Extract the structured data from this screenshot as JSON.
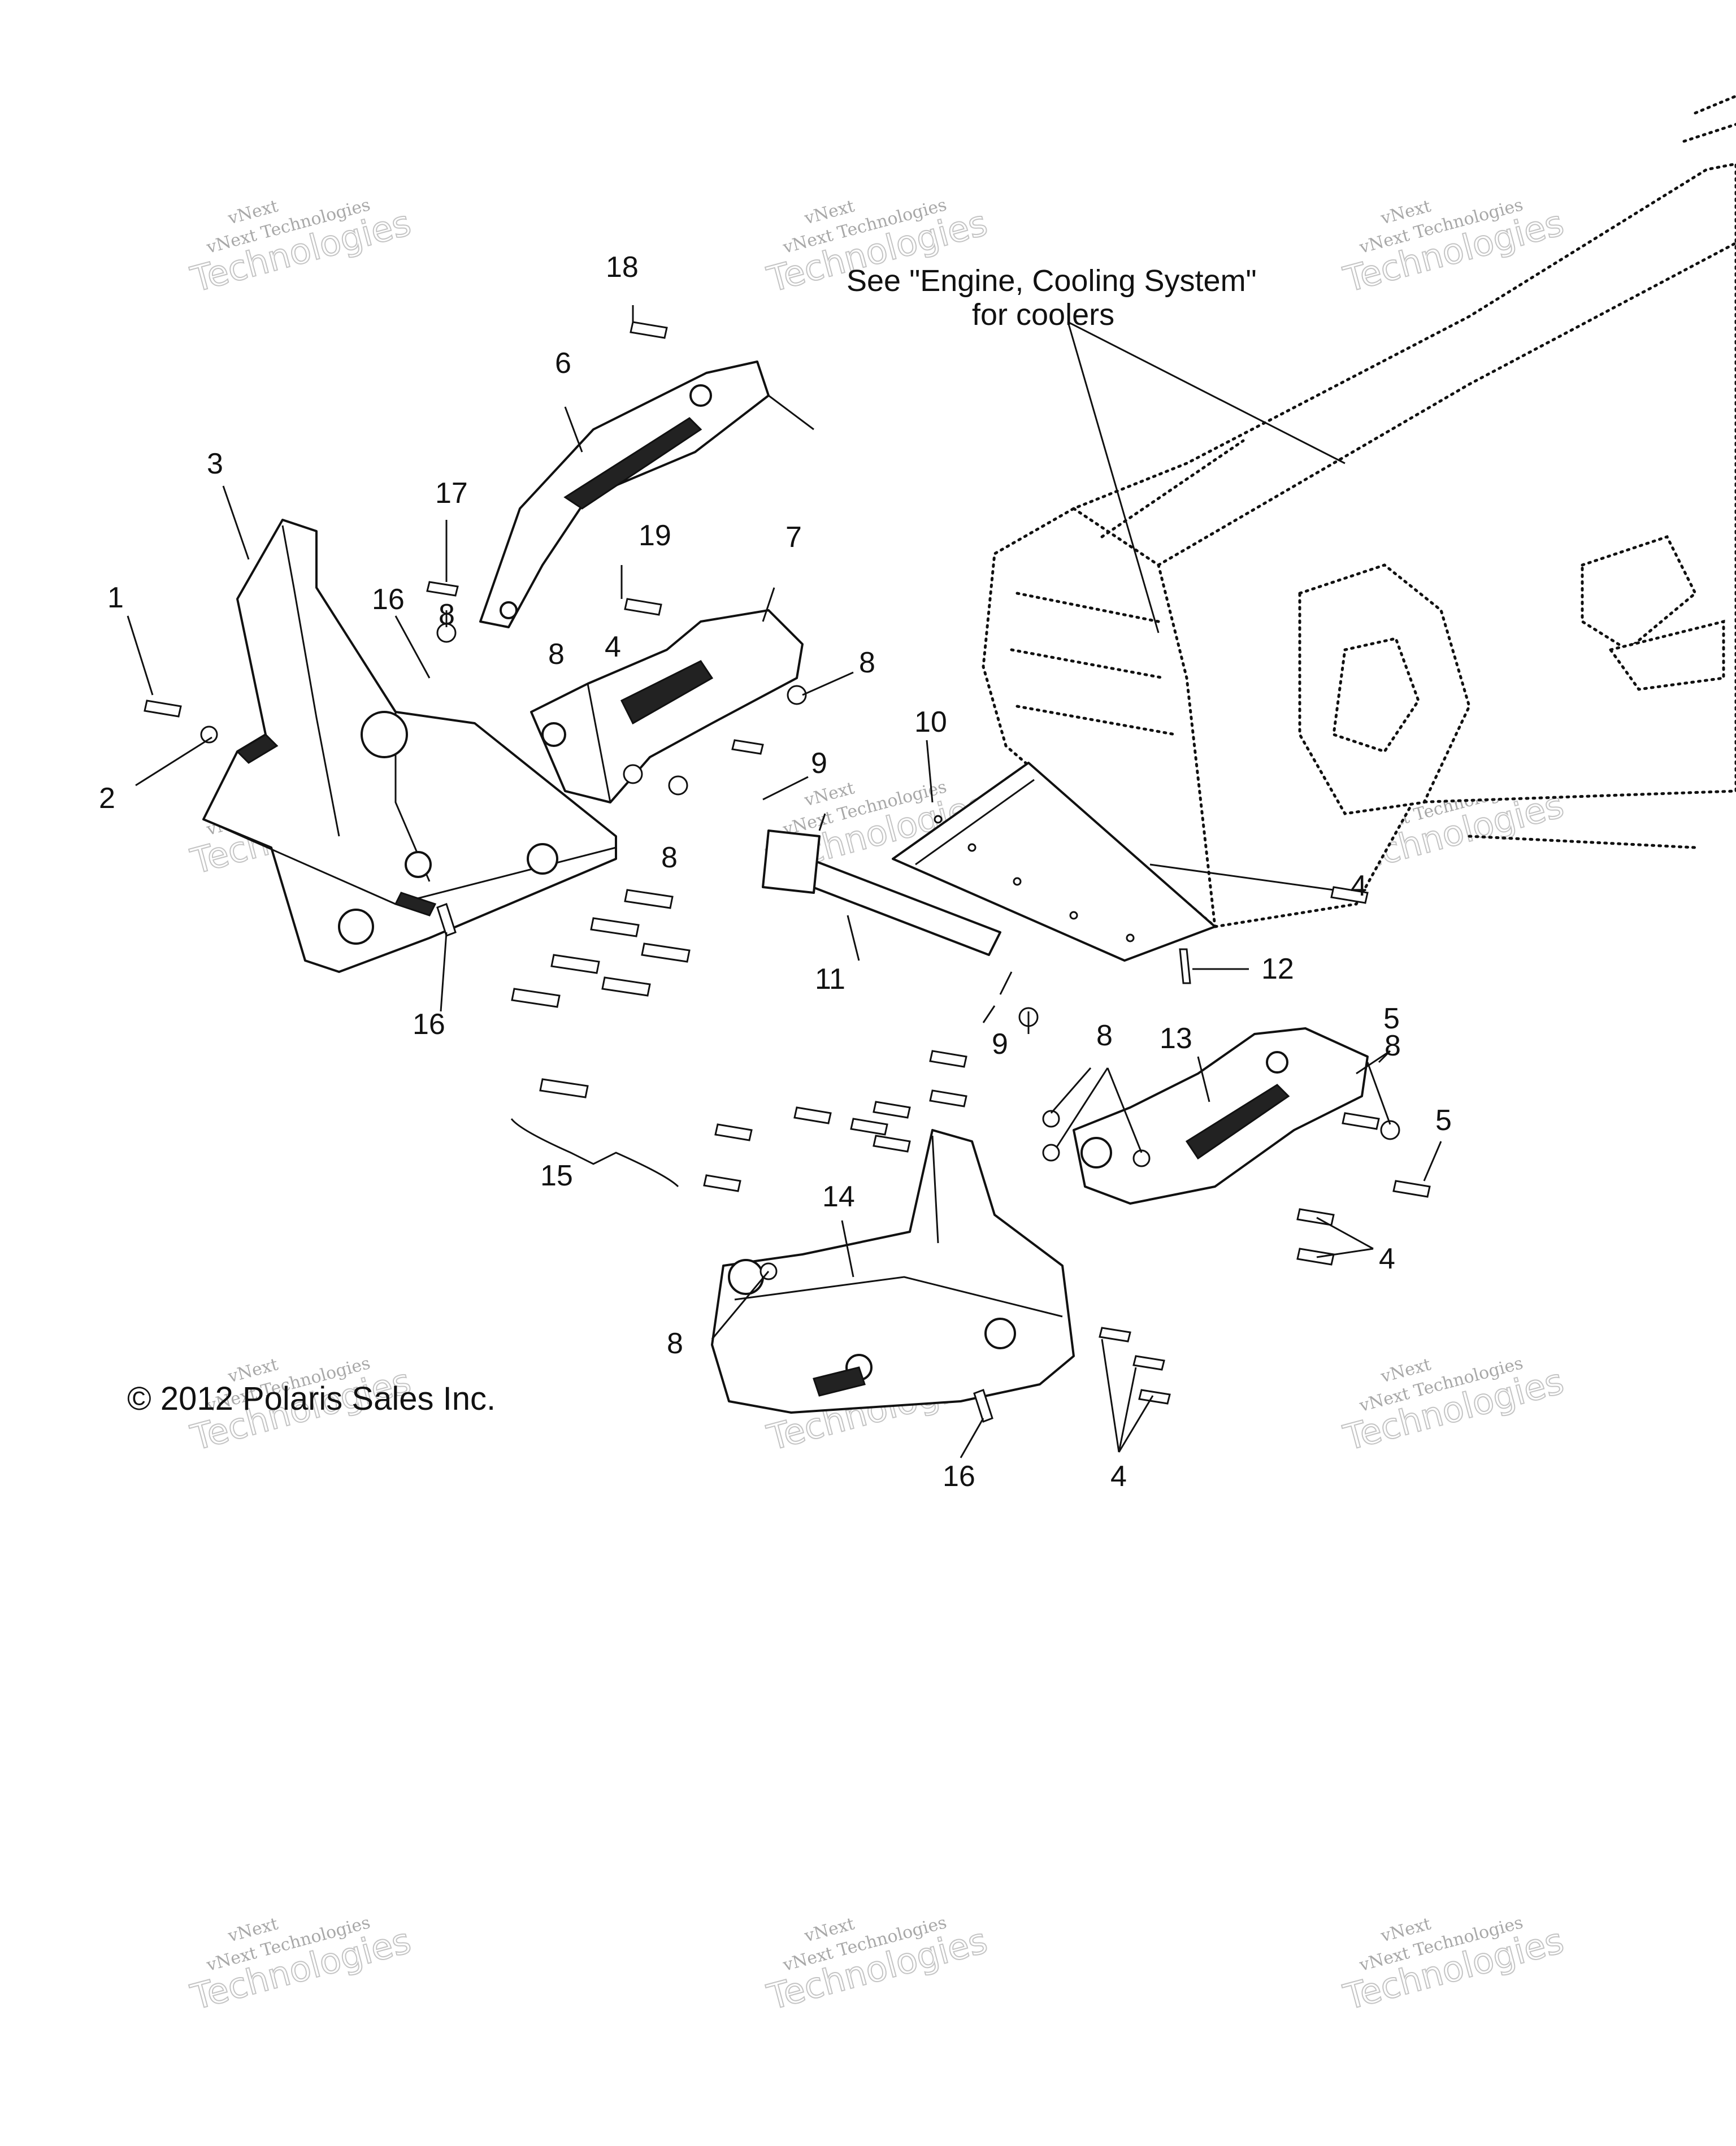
{
  "note": {
    "line1": "See \"Engine, Cooling System\"",
    "line2": "for coolers"
  },
  "copyright": "© 2012 Polaris Sales Inc.",
  "watermark": {
    "line1": "vNext",
    "line2": "vNext Technologies",
    "line3": "Technologies"
  },
  "callouts": [
    "1",
    "2",
    "3",
    "4",
    "4",
    "4",
    "4",
    "5",
    "5",
    "6",
    "7",
    "8",
    "8",
    "8",
    "8",
    "8",
    "8",
    "8",
    "9",
    "9",
    "10",
    "11",
    "12",
    "13",
    "14",
    "15",
    "16",
    "16",
    "16",
    "17",
    "18",
    "19"
  ]
}
